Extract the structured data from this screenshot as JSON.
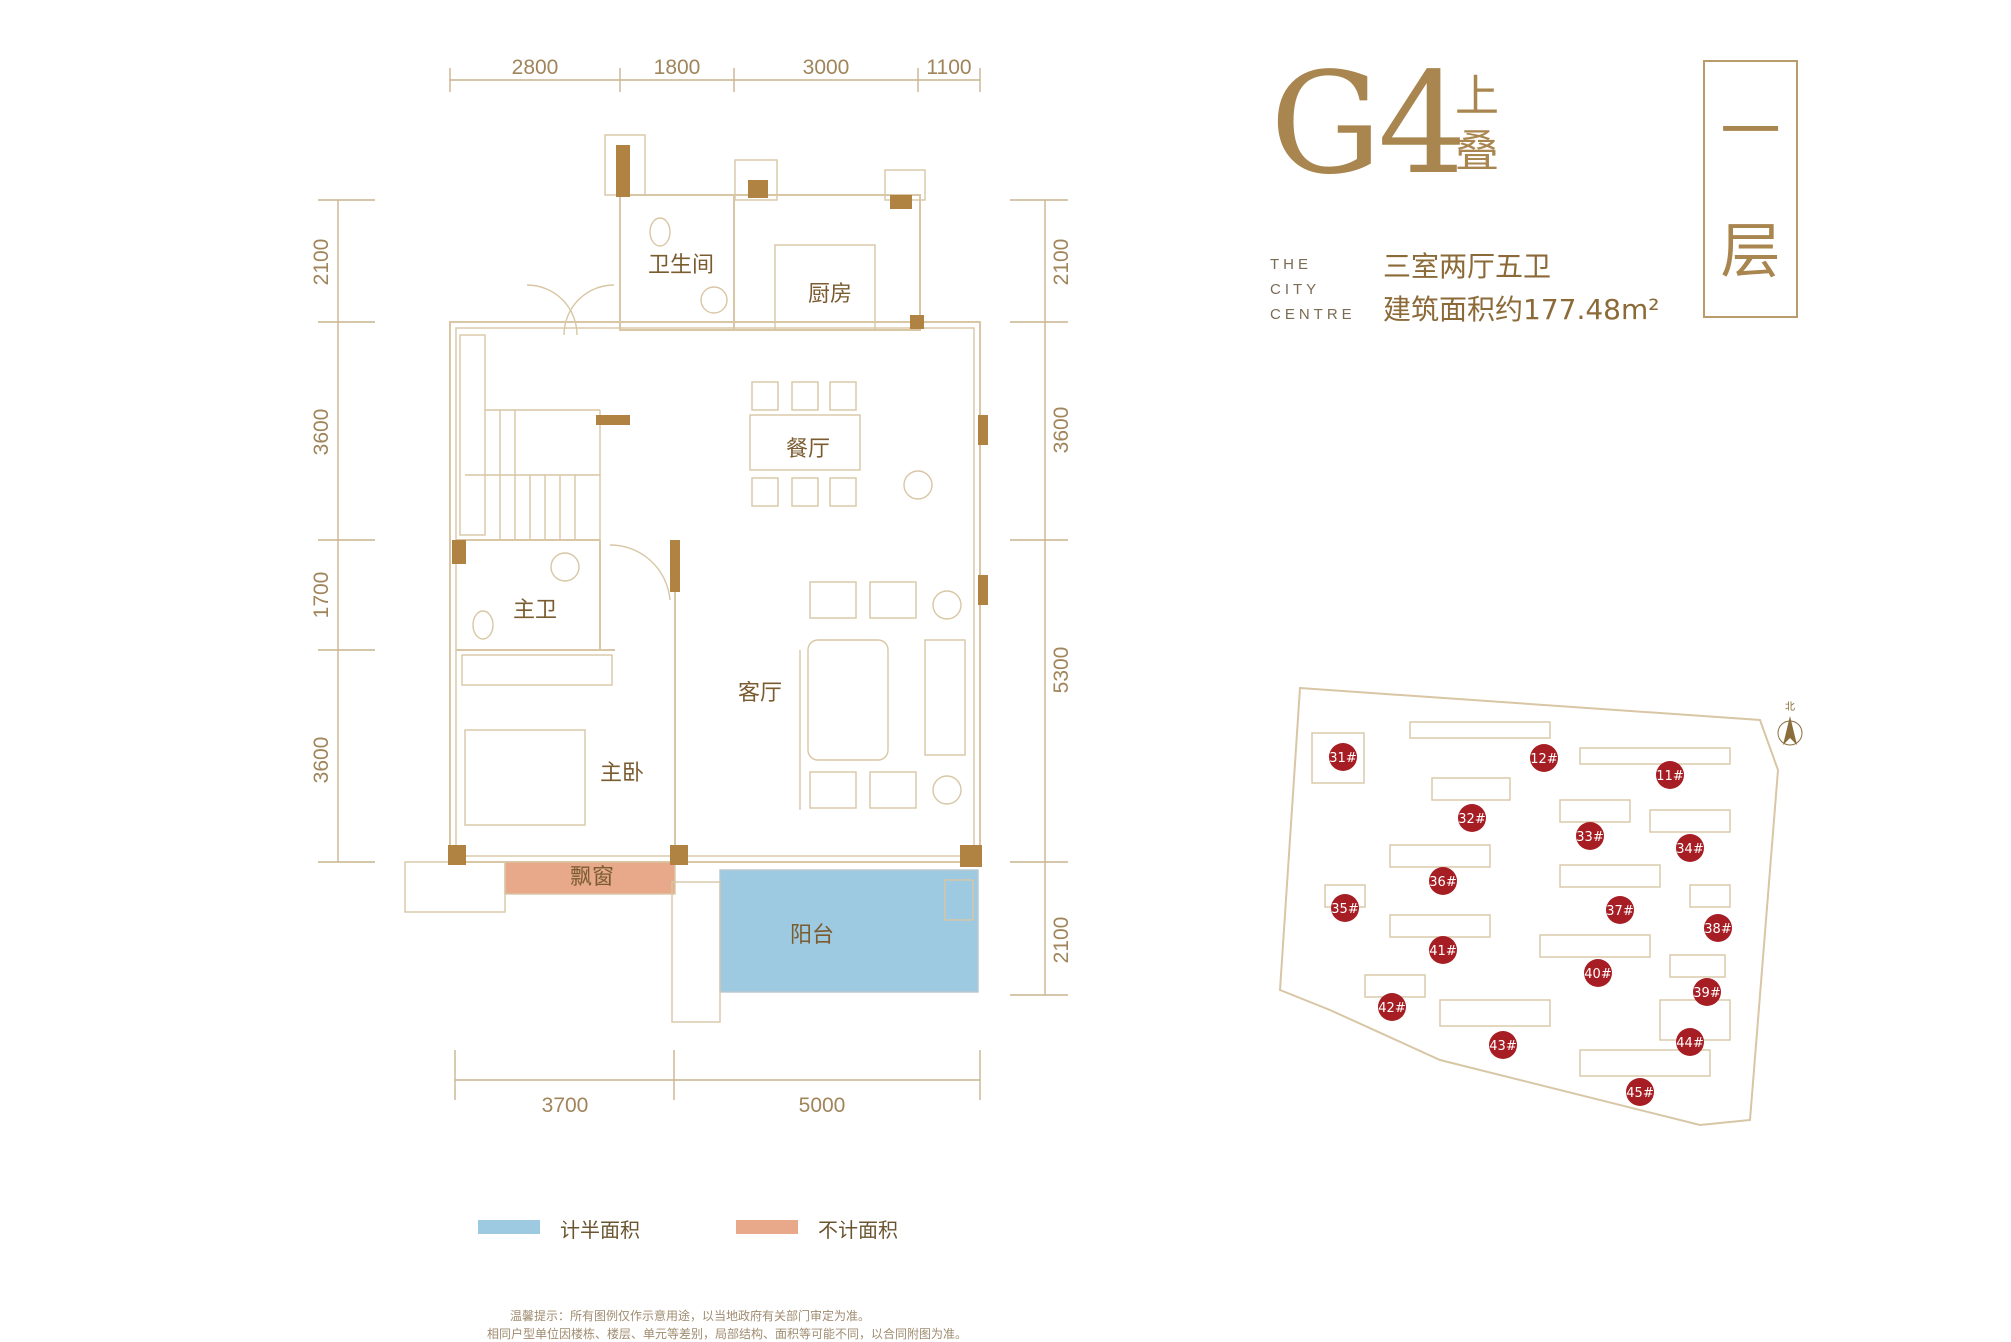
{
  "header": {
    "model": "G4",
    "variant_chars": [
      "上",
      "叠"
    ],
    "brand_lines": [
      "THE",
      "CITY",
      "CENTRE"
    ],
    "rooms": "三室两厅五卫",
    "area": "建筑面积约177.48m²",
    "floor_chars": [
      "一",
      "层"
    ]
  },
  "dimensions": {
    "top": [
      "2800",
      "1800",
      "3000",
      "1100"
    ],
    "bottom": [
      "3700",
      "5000"
    ],
    "left": [
      "2100",
      "3600",
      "1700",
      "3600"
    ],
    "right": [
      "2100",
      "3600",
      "5300",
      "2100"
    ]
  },
  "rooms": {
    "bathroom": "卫生间",
    "kitchen": "厨房",
    "dining": "餐厅",
    "master_bath": "主卫",
    "living": "客厅",
    "master_bedroom": "主卧",
    "bay_window": "飘窗",
    "balcony": "阳台"
  },
  "site_plan": {
    "north": "北",
    "buildings": [
      "31#",
      "12#",
      "11#",
      "32#",
      "33#",
      "34#",
      "36#",
      "35#",
      "37#",
      "38#",
      "41#",
      "40#",
      "39#",
      "42#",
      "43#",
      "44#",
      "45#"
    ],
    "marker_color": "#a61d24"
  },
  "legend": {
    "half_area": {
      "label": "计半面积",
      "color": "#9ecae1"
    },
    "no_area": {
      "label": "不计面积",
      "color": "#e8a98b"
    }
  },
  "notes": [
    "温馨提示：所有图例仅作示意用途，以当地政府有关部门审定为准。",
    "相同户型单位因楼栋、楼层、单元等差别，局部结构、面积等可能不同，以合同附图为准。"
  ]
}
